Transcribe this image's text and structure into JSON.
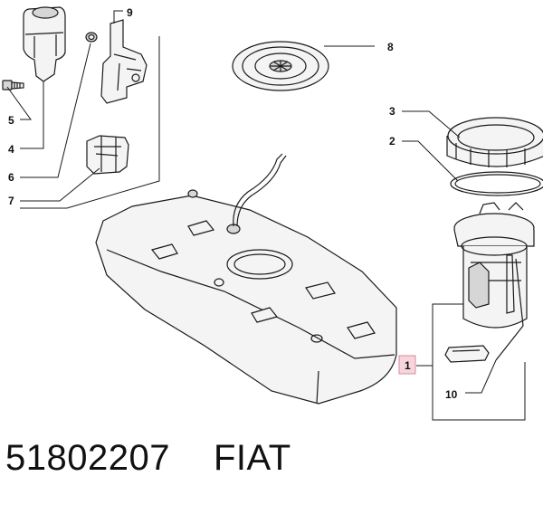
{
  "callouts": [
    "9",
    "8",
    "5",
    "4",
    "6",
    "7",
    "3",
    "2",
    "1",
    "10"
  ],
  "footer": {
    "part_number": "51802207",
    "brand": "FIAT"
  },
  "colors": {
    "line": "#1a1a1a",
    "highlight_fill": "#f6d6dc",
    "highlight_stroke": "#d98b9a"
  }
}
